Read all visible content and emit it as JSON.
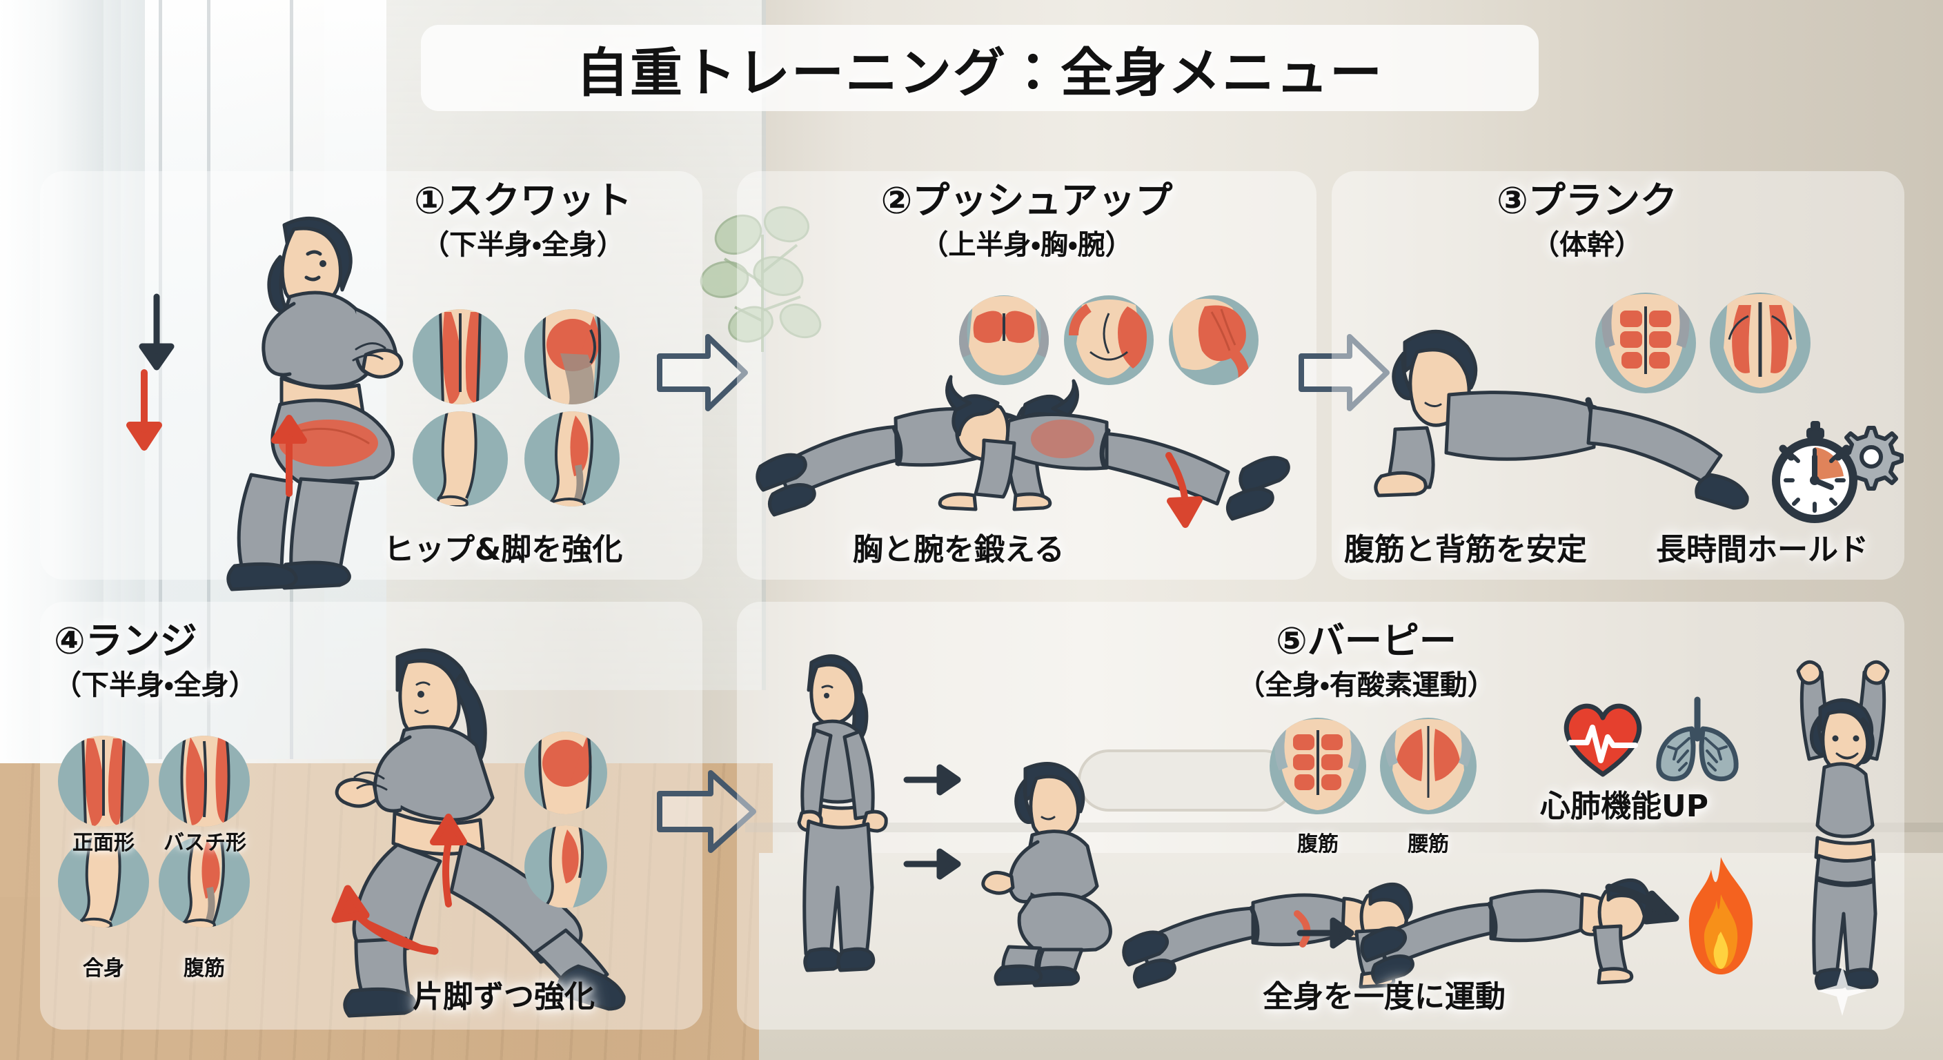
{
  "title": "自重トレーニング：全身メニュー",
  "colors": {
    "muscle_red": "#e0634a",
    "muscle_circle_bg": "#93b1b4",
    "skin": "#f3d3b3",
    "outfit_gray": "#9aa0a6",
    "hair_navy": "#2b3a4a",
    "outline": "#2c3742",
    "arrow_stroke": "#45586b",
    "flame_orange": "#f4621f",
    "heart_red": "#e5402e",
    "lung_gray": "#9fb3b8",
    "panel_bg": "rgba(255,255,255,0.42)",
    "title_plate_bg": "rgba(255,255,255,0.78)"
  },
  "panels": [
    {
      "number": "①",
      "name": "スクワット",
      "subtitle": "（下半身・全身）",
      "caption": "ヒップ&脚を強化",
      "figure_icon": "squat-figure",
      "muscle_circles": [
        {
          "icon": "quadriceps-front-icon",
          "label": ""
        },
        {
          "icon": "glutes-side-icon",
          "label": ""
        },
        {
          "icon": "lower-leg-front-icon",
          "label": ""
        },
        {
          "icon": "calf-side-icon",
          "label": ""
        }
      ],
      "motion_arrows": [
        "down-arrow-dark",
        "down-arrow-red",
        "up-arrow-red"
      ]
    },
    {
      "number": "②",
      "name": "プッシュアップ",
      "subtitle": "（上半身・胸・腕）",
      "caption": "胸と腕を鍛える",
      "figure_icon": "pushup-figure",
      "muscle_circles": [
        {
          "icon": "pectorals-icon",
          "label": ""
        },
        {
          "icon": "shoulders-deltoid-icon",
          "label": ""
        },
        {
          "icon": "triceps-arm-icon",
          "label": ""
        }
      ],
      "motion_arrows": [
        "push-arrow-red"
      ]
    },
    {
      "number": "③",
      "name": "プランク",
      "subtitle": "（体幹）",
      "caption": "腹筋と背筋を安定",
      "caption2": "長時間ホールド",
      "figure_icon": "plank-figure",
      "muscle_circles": [
        {
          "icon": "abs-icon",
          "label": ""
        },
        {
          "icon": "back-erector-icon",
          "label": ""
        }
      ],
      "extra_icons": [
        "stopwatch-icon",
        "gear-icon"
      ]
    },
    {
      "number": "④",
      "name": "ランジ",
      "subtitle": "（下半身・全身）",
      "caption": "片脚ずつ強化",
      "figure_icon": "lunge-figure",
      "muscle_circles": [
        {
          "icon": "quadriceps-front-icon",
          "label": "正面形"
        },
        {
          "icon": "hamstring-icon",
          "label": "バスチ形"
        },
        {
          "icon": "lower-leg-front-icon",
          "label": "合身"
        },
        {
          "icon": "calf-side-icon",
          "label": "腹筋"
        },
        {
          "icon": "glutes-icon",
          "label": ""
        },
        {
          "icon": "hamstring-side-icon",
          "label": ""
        }
      ],
      "motion_arrows": [
        "lunge-arrow-red-up",
        "lunge-arrow-red-left"
      ]
    },
    {
      "number": "⑤",
      "name": "バーピー",
      "subtitle": "（全身・有酸素運動）",
      "caption": "全身を一度に運動",
      "figure_icon": "burpee-sequence",
      "muscle_circles": [
        {
          "icon": "abs-icon",
          "label": "腹筋"
        },
        {
          "icon": "back-muscle-icon",
          "label": "腰筋"
        }
      ],
      "benefit_label": "心肺機能UP",
      "benefit_icons": [
        "heart-pulse-icon",
        "lungs-icon",
        "flame-icon"
      ],
      "step_arrows": [
        "step-arrow-1",
        "step-arrow-2",
        "step-arrow-3",
        "step-arrow-4"
      ]
    }
  ],
  "flow_arrows": [
    {
      "name": "flow-arrow-1-to-2"
    },
    {
      "name": "flow-arrow-2-to-3"
    },
    {
      "name": "flow-arrow-4-to-5"
    }
  ]
}
